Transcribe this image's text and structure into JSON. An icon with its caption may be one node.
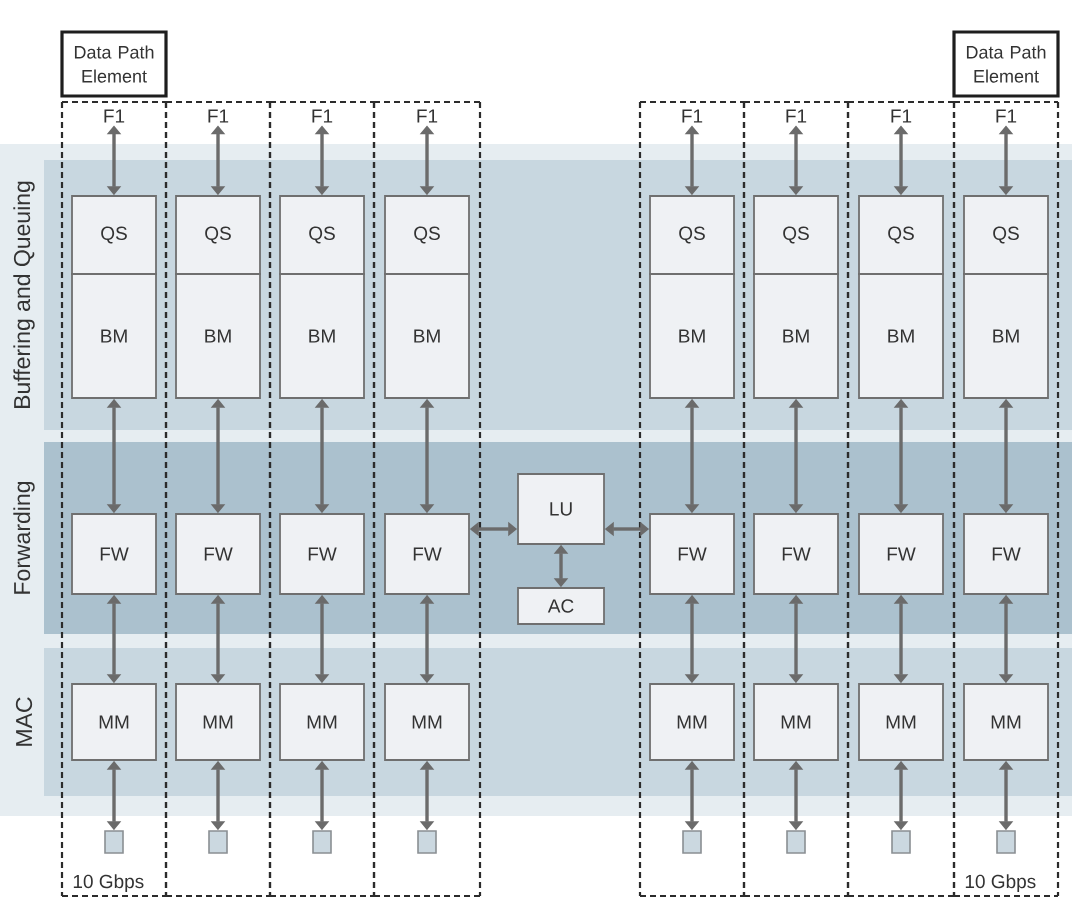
{
  "diagram": {
    "nodes": [
      {
        "text": [
          "Data Path Element"
        ]
      },
      {
        "text": [
          "Data Path Element"
        ]
      },
      {
        "text": [
          "10 Gbps"
        ]
      },
      {
        "text": [],
        "shape": "box"
      },
      {
        "text": [],
        "shape": "box"
      },
      {
        "text": [],
        "shape": "box"
      },
      {
        "text": [],
        "shape": "box"
      },
      {
        "text": [],
        "shape": "box"
      },
      {
        "text": [],
        "shape": "box"
      },
      {
        "text": [
          "10 Gbps"
        ]
      },
      {
        "text": [
          "F1"
        ],
        "in": 2
      },
      {
        "text": [
          "QS"
        ],
        "in": 2
      },
      {
        "text": [
          "BM"
        ],
        "in": 2
      },
      {
        "text": [
          "FW"
        ],
        "in": 2
      },
      {
        "text": [
          "MM"
        ],
        "in": 2
      },
      {
        "text": [],
        "shape": "box",
        "in": 2
      },
      {
        "text": [
          "F1"
        ],
        "in": 3
      },
      {
        "text": [
          "QS"
        ],
        "in": 3
      },
      {
        "text": [
          "BM"
        ],
        "in": 3
      },
      {
        "text": [
          "FW"
        ],
        "in": 3
      },
      {
        "text": [
          "MM"
        ],
        "in": 3
      },
      {
        "text": [],
        "shape": "box",
        "in": 3
      },
      {
        "text": [
          "F1"
        ],
        "in": 4
      },
      {
        "text": [
          "QS"
        ],
        "in": 4
      },
      {
        "text": [
          "BM"
        ],
        "in": 4
      },
      {
        "text": [
          "FW"
        ],
        "in": 4
      },
      {
        "text": [
          "MM"
        ],
        "in": 4
      },
      {
        "text": [],
        "shape": "box",
        "in": 4
      },
      {
        "text": [
          "F1"
        ],
        "in": 5
      },
      {
        "text": [
          "QS"
        ],
        "in": 5
      },
      {
        "text": [
          "BM"
        ],
        "in": 5
      },
      {
        "text": [
          "FW"
        ],
        "in": 5
      },
      {
        "text": [
          "MM"
        ],
        "in": 5
      },
      {
        "text": [],
        "shape": "box",
        "in": 5
      },
      {
        "text": [
          "F1"
        ],
        "in": 6
      },
      {
        "text": [
          "QS"
        ],
        "in": 6
      },
      {
        "text": [
          "BM"
        ],
        "in": 6
      },
      {
        "text": [
          "FW"
        ],
        "in": 6
      },
      {
        "text": [
          "MM"
        ],
        "in": 6
      },
      {
        "text": [],
        "shape": "box",
        "in": 6
      },
      {
        "text": [
          "F1"
        ],
        "in": 7
      },
      {
        "text": [
          "QS"
        ],
        "in": 7
      },
      {
        "text": [
          "BM"
        ],
        "in": 7
      },
      {
        "text": [
          "FW"
        ],
        "in": 7
      },
      {
        "text": [
          "MM"
        ],
        "in": 7
      },
      {
        "text": [],
        "shape": "box",
        "in": 7
      },
      {
        "text": [
          "F1"
        ],
        "in": 8
      },
      {
        "text": [
          "QS"
        ],
        "in": 8
      },
      {
        "text": [
          "BM"
        ],
        "in": 8
      },
      {
        "text": [
          "FW"
        ],
        "in": 8
      },
      {
        "text": [
          "MM"
        ],
        "in": 8
      },
      {
        "text": [],
        "shape": "box",
        "in": 8
      },
      {
        "text": [
          "F1"
        ],
        "in": 9
      },
      {
        "text": [
          "QS"
        ],
        "in": 9
      },
      {
        "text": [
          "BM"
        ],
        "in": 9
      },
      {
        "text": [
          "FW"
        ],
        "in": 9
      },
      {
        "text": [
          "MM"
        ],
        "in": 9
      },
      {
        "text": [],
        "shape": "box",
        "in": 9
      },
      {
        "text": [
          "LU"
        ]
      },
      {
        "text": [
          "AC"
        ]
      }
    ],
    "edges": [
      {
        "from": 10,
        "to": 11,
        "arrow": "both"
      },
      {
        "from": 12,
        "to": 13,
        "arrow": "both"
      },
      {
        "from": 13,
        "to": 14,
        "arrow": "both"
      },
      {
        "from": 14,
        "to": 15,
        "arrow": "both"
      },
      {
        "from": 16,
        "to": 17,
        "arrow": "both"
      },
      {
        "from": 18,
        "to": 19,
        "arrow": "both"
      },
      {
        "from": 19,
        "to": 20,
        "arrow": "both"
      },
      {
        "from": 20,
        "to": 21,
        "arrow": "both"
      },
      {
        "from": 22,
        "to": 23,
        "arrow": "both"
      },
      {
        "from": 24,
        "to": 25,
        "arrow": "both"
      },
      {
        "from": 25,
        "to": 26,
        "arrow": "both"
      },
      {
        "from": 26,
        "to": 27,
        "arrow": "both"
      },
      {
        "from": 28,
        "to": 29,
        "arrow": "both"
      },
      {
        "from": 30,
        "to": 31,
        "arrow": "both"
      },
      {
        "from": 31,
        "to": 32,
        "arrow": "both"
      },
      {
        "from": 32,
        "to": 33,
        "arrow": "both"
      },
      {
        "from": 34,
        "to": 35,
        "arrow": "both"
      },
      {
        "from": 36,
        "to": 37,
        "arrow": "both"
      },
      {
        "from": 37,
        "to": 38,
        "arrow": "both"
      },
      {
        "from": 38,
        "to": 39,
        "arrow": "both"
      },
      {
        "from": 40,
        "to": 41,
        "arrow": "both"
      },
      {
        "from": 42,
        "to": 43,
        "arrow": "both"
      },
      {
        "from": 43,
        "to": 44,
        "arrow": "both"
      },
      {
        "from": 44,
        "to": 45,
        "arrow": "both"
      },
      {
        "from": 46,
        "to": 47,
        "arrow": "both"
      },
      {
        "from": 48,
        "to": 49,
        "arrow": "both"
      },
      {
        "from": 49,
        "to": 50,
        "arrow": "both"
      },
      {
        "from": 50,
        "to": 51,
        "arrow": "both"
      },
      {
        "from": 52,
        "to": 53,
        "arrow": "both"
      },
      {
        "from": 54,
        "to": 55,
        "arrow": "both"
      },
      {
        "from": 55,
        "to": 56,
        "arrow": "both"
      },
      {
        "from": 56,
        "to": 57,
        "arrow": "both"
      },
      {
        "from": 31,
        "to": 58,
        "arrow": "both"
      },
      {
        "from": 58,
        "to": 37,
        "arrow": "both"
      },
      {
        "from": 58,
        "to": 59,
        "arrow": "both"
      }
    ],
    "labels": [
      "Buffering and Queuing",
      "Forwarding",
      "MAC"
    ]
  }
}
